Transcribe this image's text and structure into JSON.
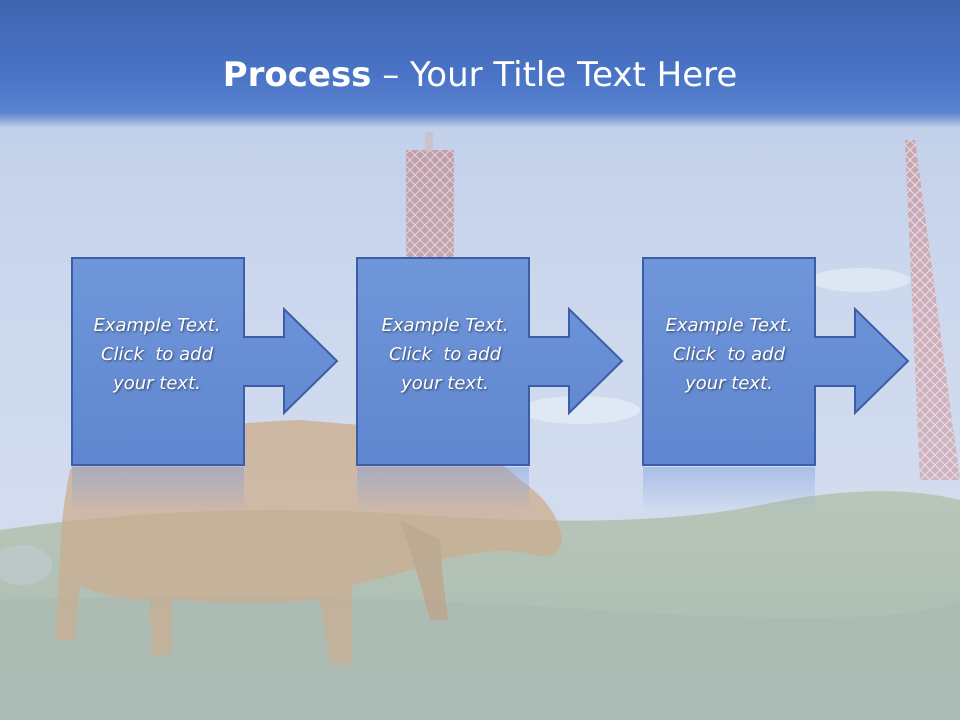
{
  "slide": {
    "title_bold": "Process",
    "title_rest": " – Your Title Text Here"
  },
  "steps": [
    {
      "line1": "Example Text.",
      "line2": "Click  to add",
      "line3": "your text."
    },
    {
      "line1": "Example Text.",
      "line2": "Click  to add",
      "line3": "your text."
    },
    {
      "line1": "Example Text.",
      "line2": "Click  to add",
      "line3": "your text."
    }
  ],
  "colors": {
    "title_bar": "#4a74c6",
    "box_fill": "#6a8fd6",
    "box_stroke": "#3c5fa8",
    "text": "#ffffff"
  }
}
